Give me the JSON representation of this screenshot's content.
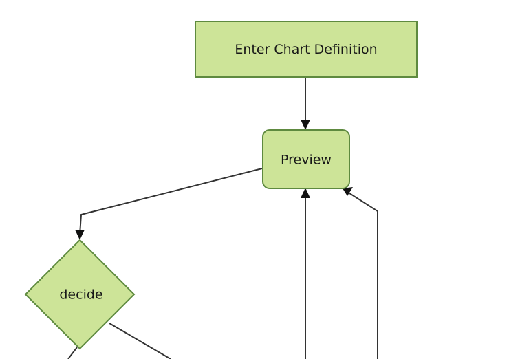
{
  "diagram": {
    "type": "flowchart",
    "title": "Enter Chart Definition",
    "background_color": "#ffffff",
    "node_fill": "#cde498",
    "node_stroke": "#5e8a3f",
    "edge_color": "#333333",
    "text_color": "#181818",
    "nodes": [
      {
        "id": "enter",
        "label": "Enter Chart Definition",
        "shape": "rectangle"
      },
      {
        "id": "preview",
        "label": "Preview",
        "shape": "rounded-rectangle"
      },
      {
        "id": "decide",
        "label": "decide",
        "shape": "diamond"
      }
    ],
    "edges": [
      {
        "from": "enter",
        "to": "preview",
        "label": ""
      },
      {
        "from": "preview",
        "to": "decide",
        "label": ""
      },
      {
        "from": "offscreen-bottom-center",
        "to": "preview",
        "label": ""
      },
      {
        "from": "offscreen-bottom-right",
        "to": "preview",
        "label": ""
      },
      {
        "from": "decide",
        "to": "offscreen-bottom-left",
        "label": ""
      },
      {
        "from": "decide",
        "to": "offscreen-bottom-right-2",
        "label": ""
      }
    ]
  }
}
